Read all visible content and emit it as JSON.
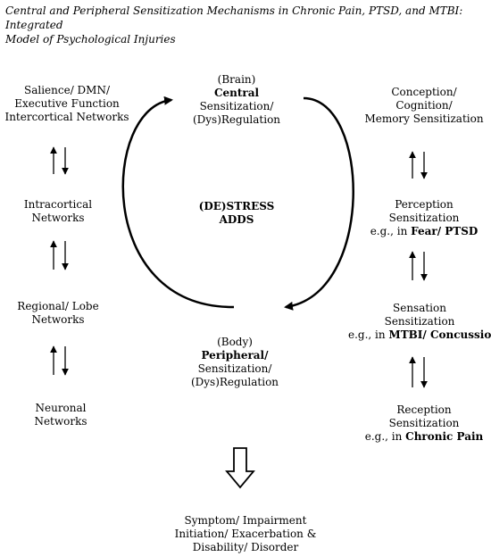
{
  "title": {
    "line1": "Central and Peripheral Sensitization Mechanisms in Chronic Pain, PTSD, and MTBI: Integrated",
    "line2": "Model of Psychological Injuries"
  },
  "left": {
    "salience": [
      "Salience/ DMN/",
      "Executive Function",
      "Intercortical Networks"
    ],
    "intracortical": [
      "Intracortical",
      "Networks"
    ],
    "regional": [
      "Regional/ Lobe",
      "Networks"
    ],
    "neuronal": [
      "Neuronal",
      "Networks"
    ]
  },
  "center": {
    "brain": {
      "l1": "(Brain)",
      "l2": "Central",
      "l3": "Sensitization/",
      "l4": "(Dys)Regulation"
    },
    "destress": {
      "l1": "(DE)STRESS",
      "l2": "ADDS"
    },
    "body": {
      "l1": "(Body)",
      "l2": "Peripheral/",
      "l3": "Sensitization/",
      "l4": "(Dys)Regulation"
    },
    "outcome": [
      "Symptom/ Impairment",
      "Initiation/ Exacerbation &",
      "Disability/ Disorder"
    ]
  },
  "right": {
    "conception": [
      "Conception/",
      "Cognition/",
      "Memory Sensitization"
    ],
    "perception": {
      "l1": "Perception",
      "l2": "Sensitization",
      "l3_pre": "e.g., in ",
      "l3_bold": "Fear/ PTSD"
    },
    "sensation": {
      "l1": "Sensation",
      "l2": "Sensitization",
      "l3_pre": "e.g., in ",
      "l3_bold": "MTBI/ Concussion"
    },
    "reception": {
      "l1": "Reception",
      "l2": "Sensitization",
      "l3_pre": "e.g., in ",
      "l3_bold": "Chronic Pain"
    }
  }
}
